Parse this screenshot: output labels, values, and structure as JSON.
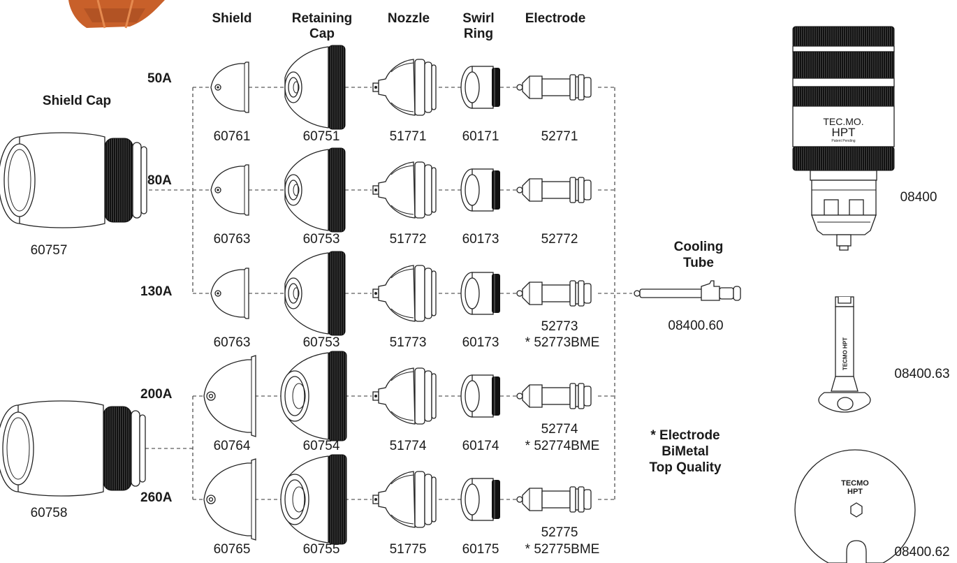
{
  "columns": {
    "shield": "Shield",
    "retaining_cap_1": "Retaining",
    "retaining_cap_2": "Cap",
    "nozzle": "Nozzle",
    "swirl_ring_1": "Swirl",
    "swirl_ring_2": "Ring",
    "electrode": "Electrode"
  },
  "shield_cap": {
    "label": "Shield Cap",
    "code_top": "60757",
    "code_bottom": "60758"
  },
  "rows": [
    {
      "amp": "50A",
      "shield": "60761",
      "cap": "60751",
      "nozzle": "51771",
      "swirl": "60171",
      "electrode": "52771",
      "electrode_bme": ""
    },
    {
      "amp": "80A",
      "shield": "60763",
      "cap": "60753",
      "nozzle": "51772",
      "swirl": "60173",
      "electrode": "52772",
      "electrode_bme": ""
    },
    {
      "amp": "130A",
      "shield": "60763",
      "cap": "60753",
      "nozzle": "51773",
      "swirl": "60173",
      "electrode": "52773",
      "electrode_bme": "* 52773BME"
    },
    {
      "amp": "200A",
      "shield": "60764",
      "cap": "60754",
      "nozzle": "51774",
      "swirl": "60174",
      "electrode": "52774",
      "electrode_bme": "* 52774BME"
    },
    {
      "amp": "260A",
      "shield": "60765",
      "cap": "60755",
      "nozzle": "51775",
      "swirl": "60175",
      "electrode": "52775",
      "electrode_bme": "* 52775BME"
    }
  ],
  "cooling_tube": {
    "label_1": "Cooling",
    "label_2": "Tube",
    "code": "08400.60"
  },
  "note": {
    "line_1": "* Electrode",
    "line_2": "BiMetal",
    "line_3": "Top Quality"
  },
  "torch": {
    "code": "08400",
    "brand": "TEC.MO.",
    "model": "HPT",
    "patent": "Patent Pending"
  },
  "tool": {
    "code": "08400.63",
    "engraving": "TECMO HPT"
  },
  "disc": {
    "code": "08400.62",
    "text_1": "TECMO",
    "text_2": "HPT"
  },
  "colors": {
    "orange_part": "#c8602a",
    "ink": "#1a1a1a"
  }
}
